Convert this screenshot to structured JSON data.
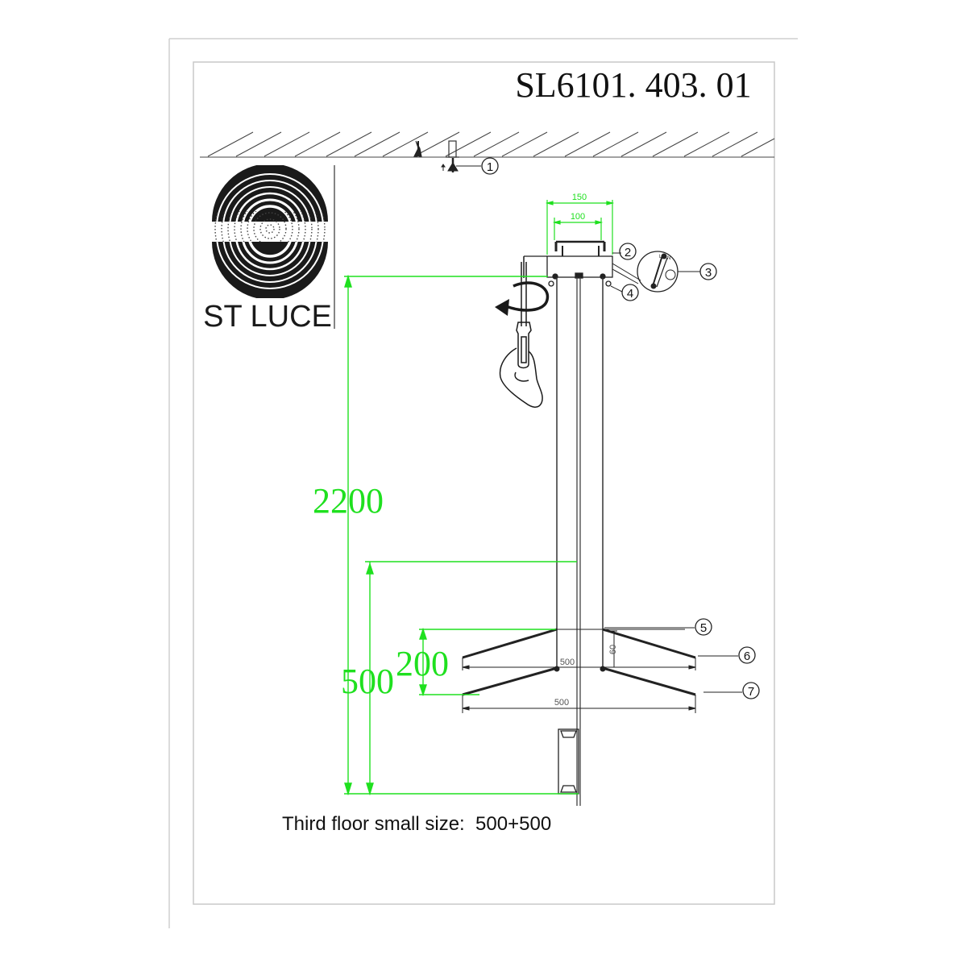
{
  "drawing": {
    "model_number": "SL6101. 403. 01",
    "brand": "ST LUCE",
    "caption": "Third floor small size:  500+500",
    "colors": {
      "line": "#1a1a1a",
      "dimension": "#1fe01f",
      "frame": "#c8c8c8",
      "background": "#ffffff"
    }
  },
  "dimensions": {
    "canopy_outer": "150",
    "canopy_inner": "100",
    "total_height": "2200",
    "fixture_height": "500",
    "tier_spacing": "200",
    "tier_drop": "60",
    "upper_tier_width": "500",
    "lower_tier_width": "500"
  },
  "callouts": [
    {
      "id": "1",
      "label": "①",
      "part": "ceiling-anchor-screw"
    },
    {
      "id": "2",
      "label": "②",
      "part": "mounting-bracket"
    },
    {
      "id": "3",
      "label": "③",
      "part": "wiring-terminal-detail"
    },
    {
      "id": "4",
      "label": "④",
      "part": "canopy-screw"
    },
    {
      "id": "5",
      "label": "⑤",
      "part": "upper-tier-hub"
    },
    {
      "id": "6",
      "label": "⑥",
      "part": "upper-tier-ring"
    },
    {
      "id": "7",
      "label": "⑦",
      "part": "lower-tier-ring"
    }
  ],
  "icons": {
    "logo": "st-luce-spiral-logo",
    "screwdriver": "hand-screwdriver-rotate-icon",
    "anchor": "wall-anchor-icon"
  }
}
